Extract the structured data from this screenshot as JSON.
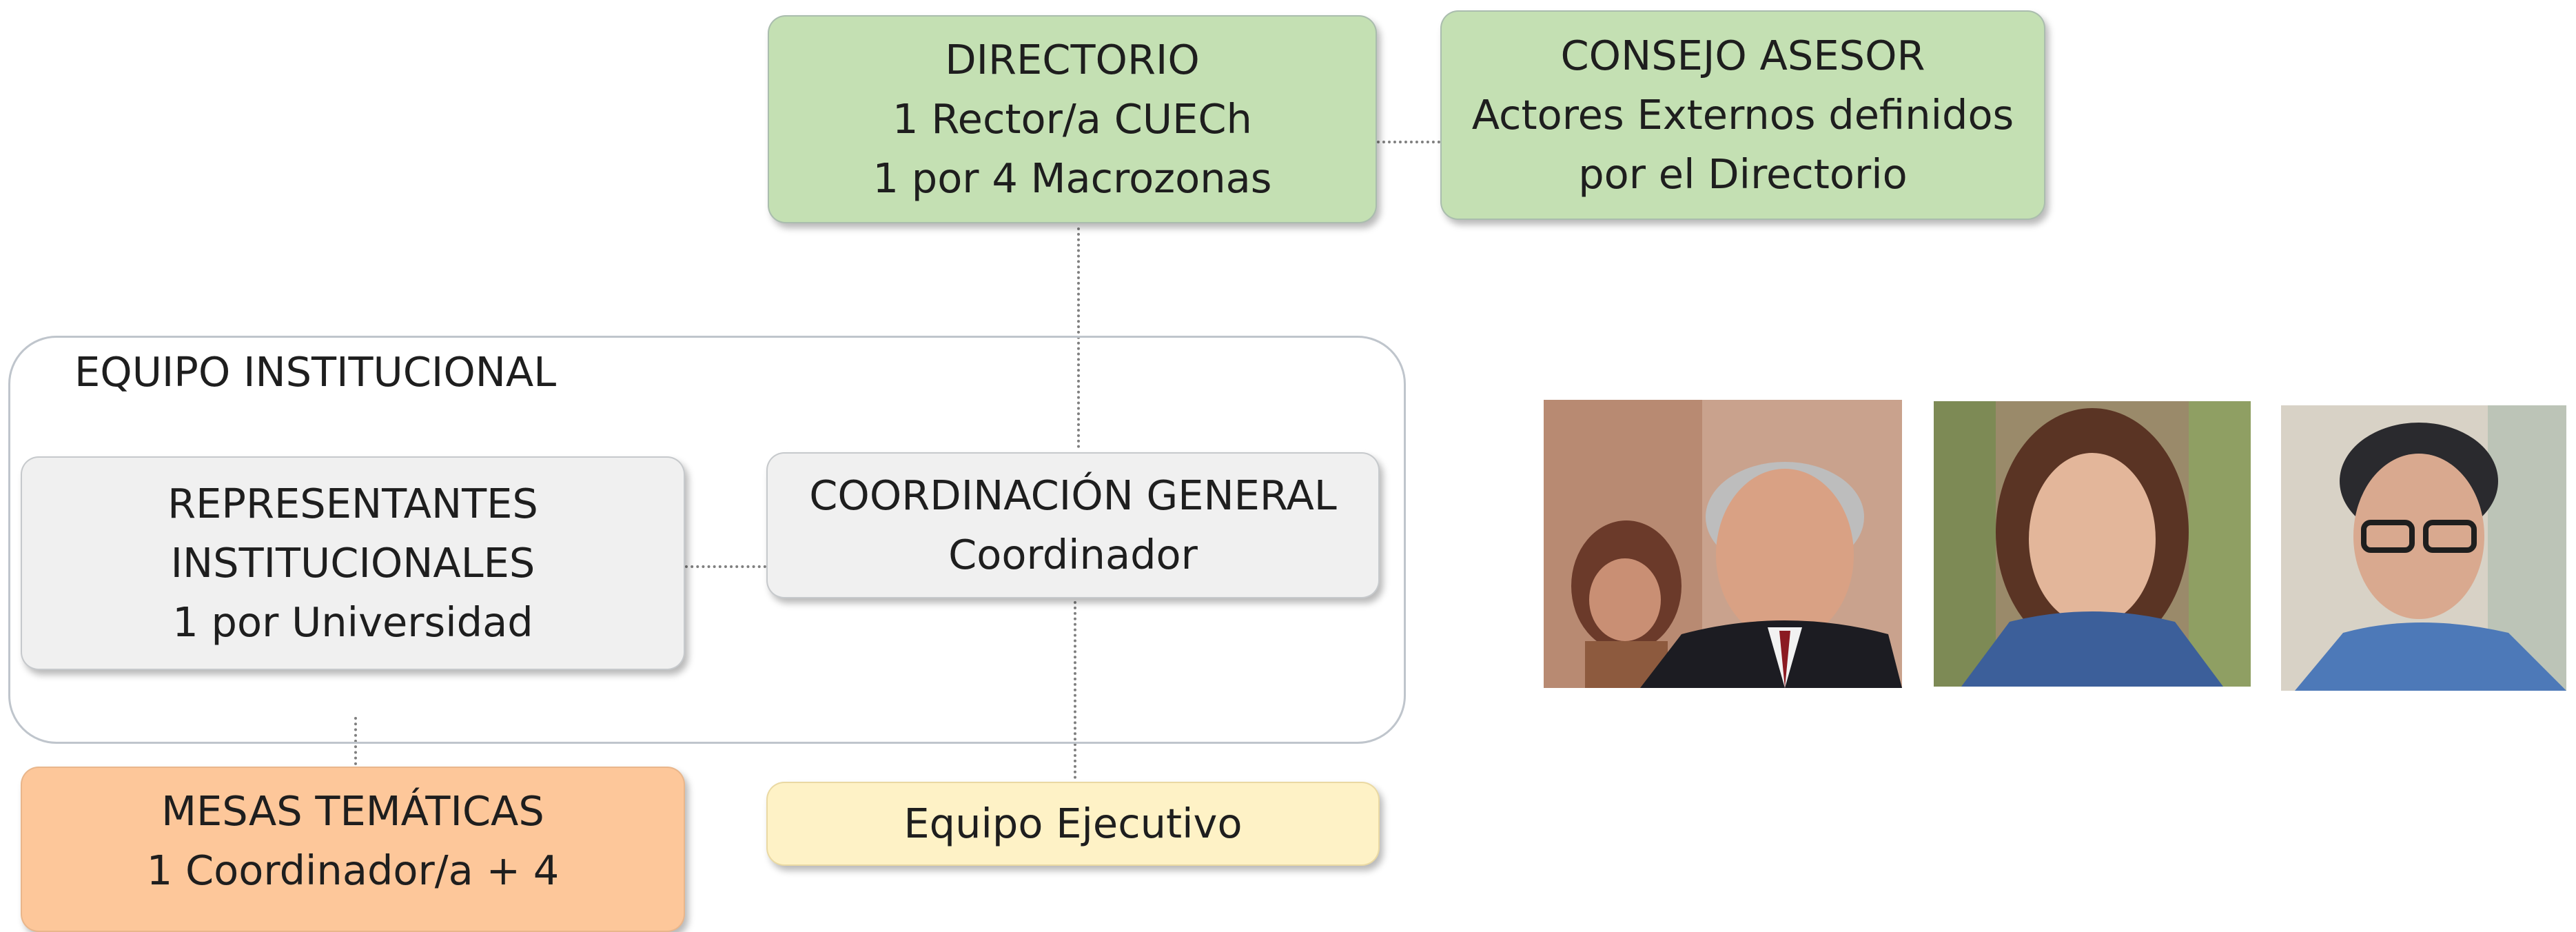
{
  "directorio": {
    "title": "DIRECTORIO",
    "line1": "1 Rector/a CUECh",
    "line2": "1 por 4 Macrozonas"
  },
  "consejo": {
    "title": "CONSEJO ASESOR",
    "line1": "Actores Externos definidos",
    "line2": "por el Directorio"
  },
  "equipo_institucional": {
    "title": "EQUIPO INSTITUCIONAL"
  },
  "representantes": {
    "line1": "REPRESENTANTES",
    "line2": "INSTITUCIONALES",
    "line3": "1 por Universidad"
  },
  "coordinacion": {
    "title": "COORDINACIÓN GENERAL",
    "line1": "Coordinador"
  },
  "mesas": {
    "title": "MESAS TEMÁTICAS",
    "line1": "1 Coordinador/a + 4"
  },
  "equipo_ejecutivo": {
    "title": "Equipo Ejecutivo"
  },
  "colors": {
    "green": "#c4e0b3",
    "grey": "#f0f0f0",
    "peach": "#fdc79a",
    "yellow": "#fef2c6"
  }
}
